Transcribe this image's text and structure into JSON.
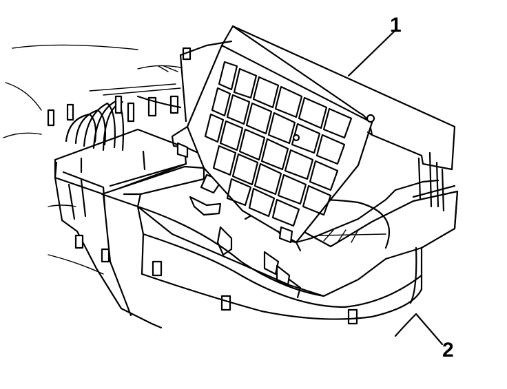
{
  "figure": {
    "callouts": [
      {
        "id": "1",
        "label": "1"
      },
      {
        "id": "2",
        "label": "2"
      }
    ]
  },
  "colors": {
    "line": "#000000",
    "background": "#ffffff"
  }
}
